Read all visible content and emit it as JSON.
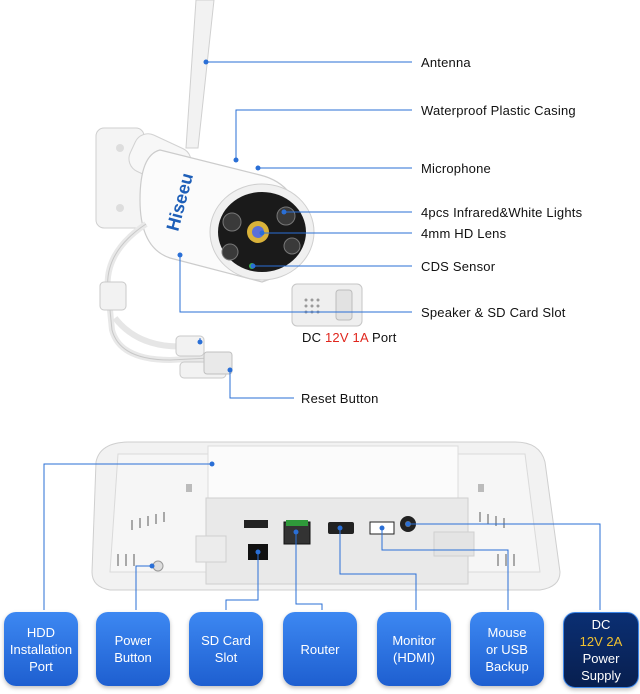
{
  "camera_labels": {
    "antenna": "Antenna",
    "casing": "Waterproof Plastic Casing",
    "microphone": "Microphone",
    "lights": "4pcs Infrared&White Lights",
    "lens": "4mm HD Lens",
    "cds": "CDS Sensor",
    "speaker": "Speaker & SD Card Slot",
    "dc_prefix": "DC ",
    "dc_voltage": "12V 1A",
    "dc_suffix": " Port",
    "reset": "Reset Button"
  },
  "camera_brand": "Hiseeu",
  "nvr_buttons": [
    {
      "line1": "HDD",
      "line2": "Installation",
      "line3": "Port"
    },
    {
      "line1": "Power",
      "line2": "Button"
    },
    {
      "line1": "SD Card",
      "line2": "Slot"
    },
    {
      "line1": "Router"
    },
    {
      "line1": "Monitor",
      "line2": "(HDMI)"
    },
    {
      "line1": "Mouse",
      "line2": "or USB",
      "line3": "Backup"
    },
    {
      "line1_prefix": "DC ",
      "line1_highlight": "12V 2A",
      "line2": "Power",
      "line3": "Supply"
    }
  ],
  "colors": {
    "accent_blue": "#2a6fd6",
    "highlight_red": "#e0261d",
    "highlight_yellow": "#f2c230"
  }
}
